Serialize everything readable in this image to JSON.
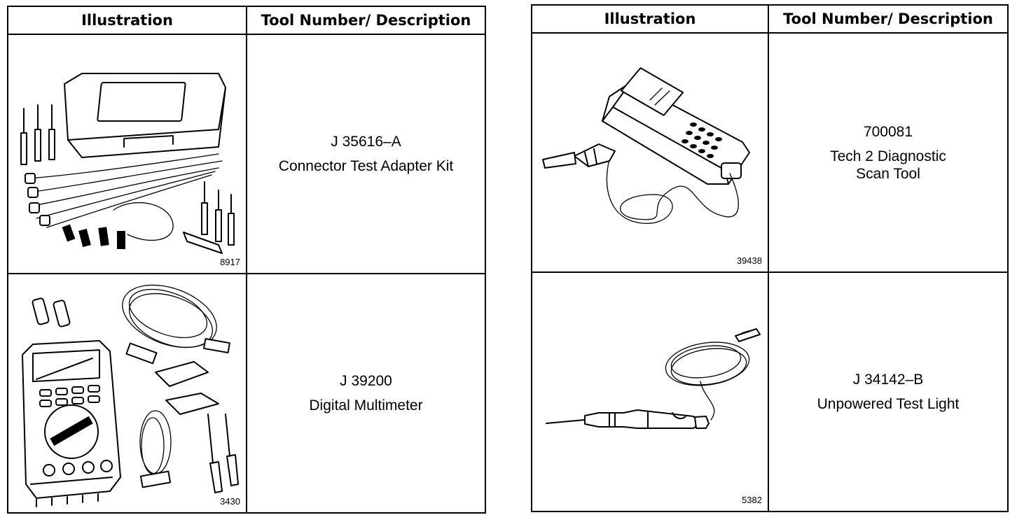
{
  "tables": [
    {
      "header": {
        "illustration": "Illustration",
        "tool": "Tool Number/ Description"
      },
      "rows": [
        {
          "figure_number": "8917",
          "tool_number": "J 35616–A",
          "description": "Connector Test Adapter Kit",
          "icon": "connector-test-adapter-kit-icon"
        },
        {
          "figure_number": "3430",
          "tool_number": "J 39200",
          "description": "Digital Multimeter",
          "icon": "digital-multimeter-icon"
        }
      ]
    },
    {
      "header": {
        "illustration": "Illustration",
        "tool": "Tool Number/ Description"
      },
      "rows": [
        {
          "figure_number": "39438",
          "tool_number": "700081",
          "description": "Tech 2 Diagnostic\nScan Tool",
          "icon": "scan-tool-icon"
        },
        {
          "figure_number": "5382",
          "tool_number": "J 34142–B",
          "description": "Unpowered Test Light",
          "icon": "test-light-icon"
        }
      ]
    }
  ]
}
